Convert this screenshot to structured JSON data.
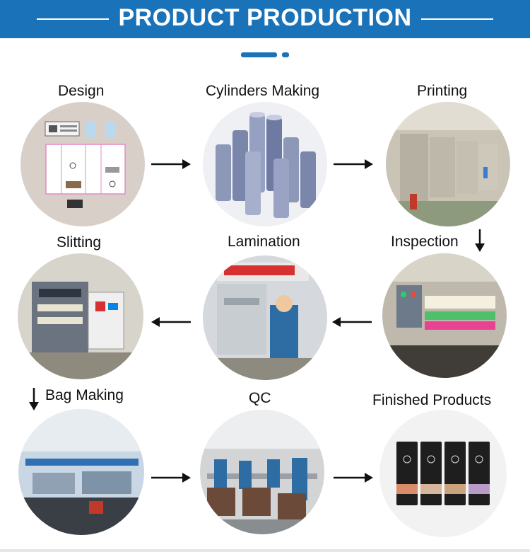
{
  "header": {
    "title": "PRODUCT PRODUCTION"
  },
  "steps": [
    {
      "label": "Design"
    },
    {
      "label": "Cylinders Making"
    },
    {
      "label": "Printing"
    },
    {
      "label": "Inspection"
    },
    {
      "label": "Lamination"
    },
    {
      "label": "Slitting"
    },
    {
      "label": "Bag Making"
    },
    {
      "label": "QC"
    },
    {
      "label": "Finished Products"
    }
  ],
  "icons": [
    "arrow-right-icon",
    "arrow-left-icon",
    "arrow-down-icon"
  ],
  "colors": {
    "brand": "#1a72b8",
    "text": "#111111",
    "background": "#ffffff"
  }
}
